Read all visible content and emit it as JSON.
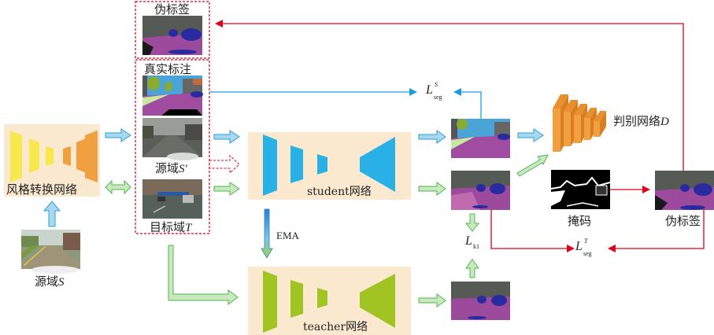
{
  "labels": {
    "style_transfer_net": "风格转换网络",
    "source_domain": "源域",
    "source_domain_var": "S",
    "pseudo_label_top": "伪标签",
    "ground_truth": "真实标注",
    "source_prime": "源域",
    "source_prime_var": "S′",
    "target_domain": "目标域",
    "target_domain_var": "T",
    "student_net": "student网络",
    "teacher_net": "teacher网络",
    "ema": "EMA",
    "discriminator": "判别网络",
    "discriminator_var": "D",
    "mask": "掩码",
    "pseudo_label_right": "伪标签"
  },
  "losses": {
    "seg_source": {
      "main": "L",
      "sup": "S",
      "sub": "seg"
    },
    "kl": {
      "main": "L",
      "sub": "k1"
    },
    "seg_target": {
      "main": "L",
      "sup": "T",
      "sub": "seg"
    }
  },
  "colors": {
    "blue_arrow": "#a9d8ee",
    "blue_stroke": "#2a9fd6",
    "green_arrow": "#c9e8c2",
    "green_stroke": "#4fb848",
    "red": "#e0001b",
    "panel_bg": "#fbe9cf",
    "student_blue": "#29b1e6",
    "teacher_green": "#a0c522",
    "style_yellow": "#f7e84e",
    "style_orange": "#f0a040",
    "disc_orange": "#f0a040"
  }
}
